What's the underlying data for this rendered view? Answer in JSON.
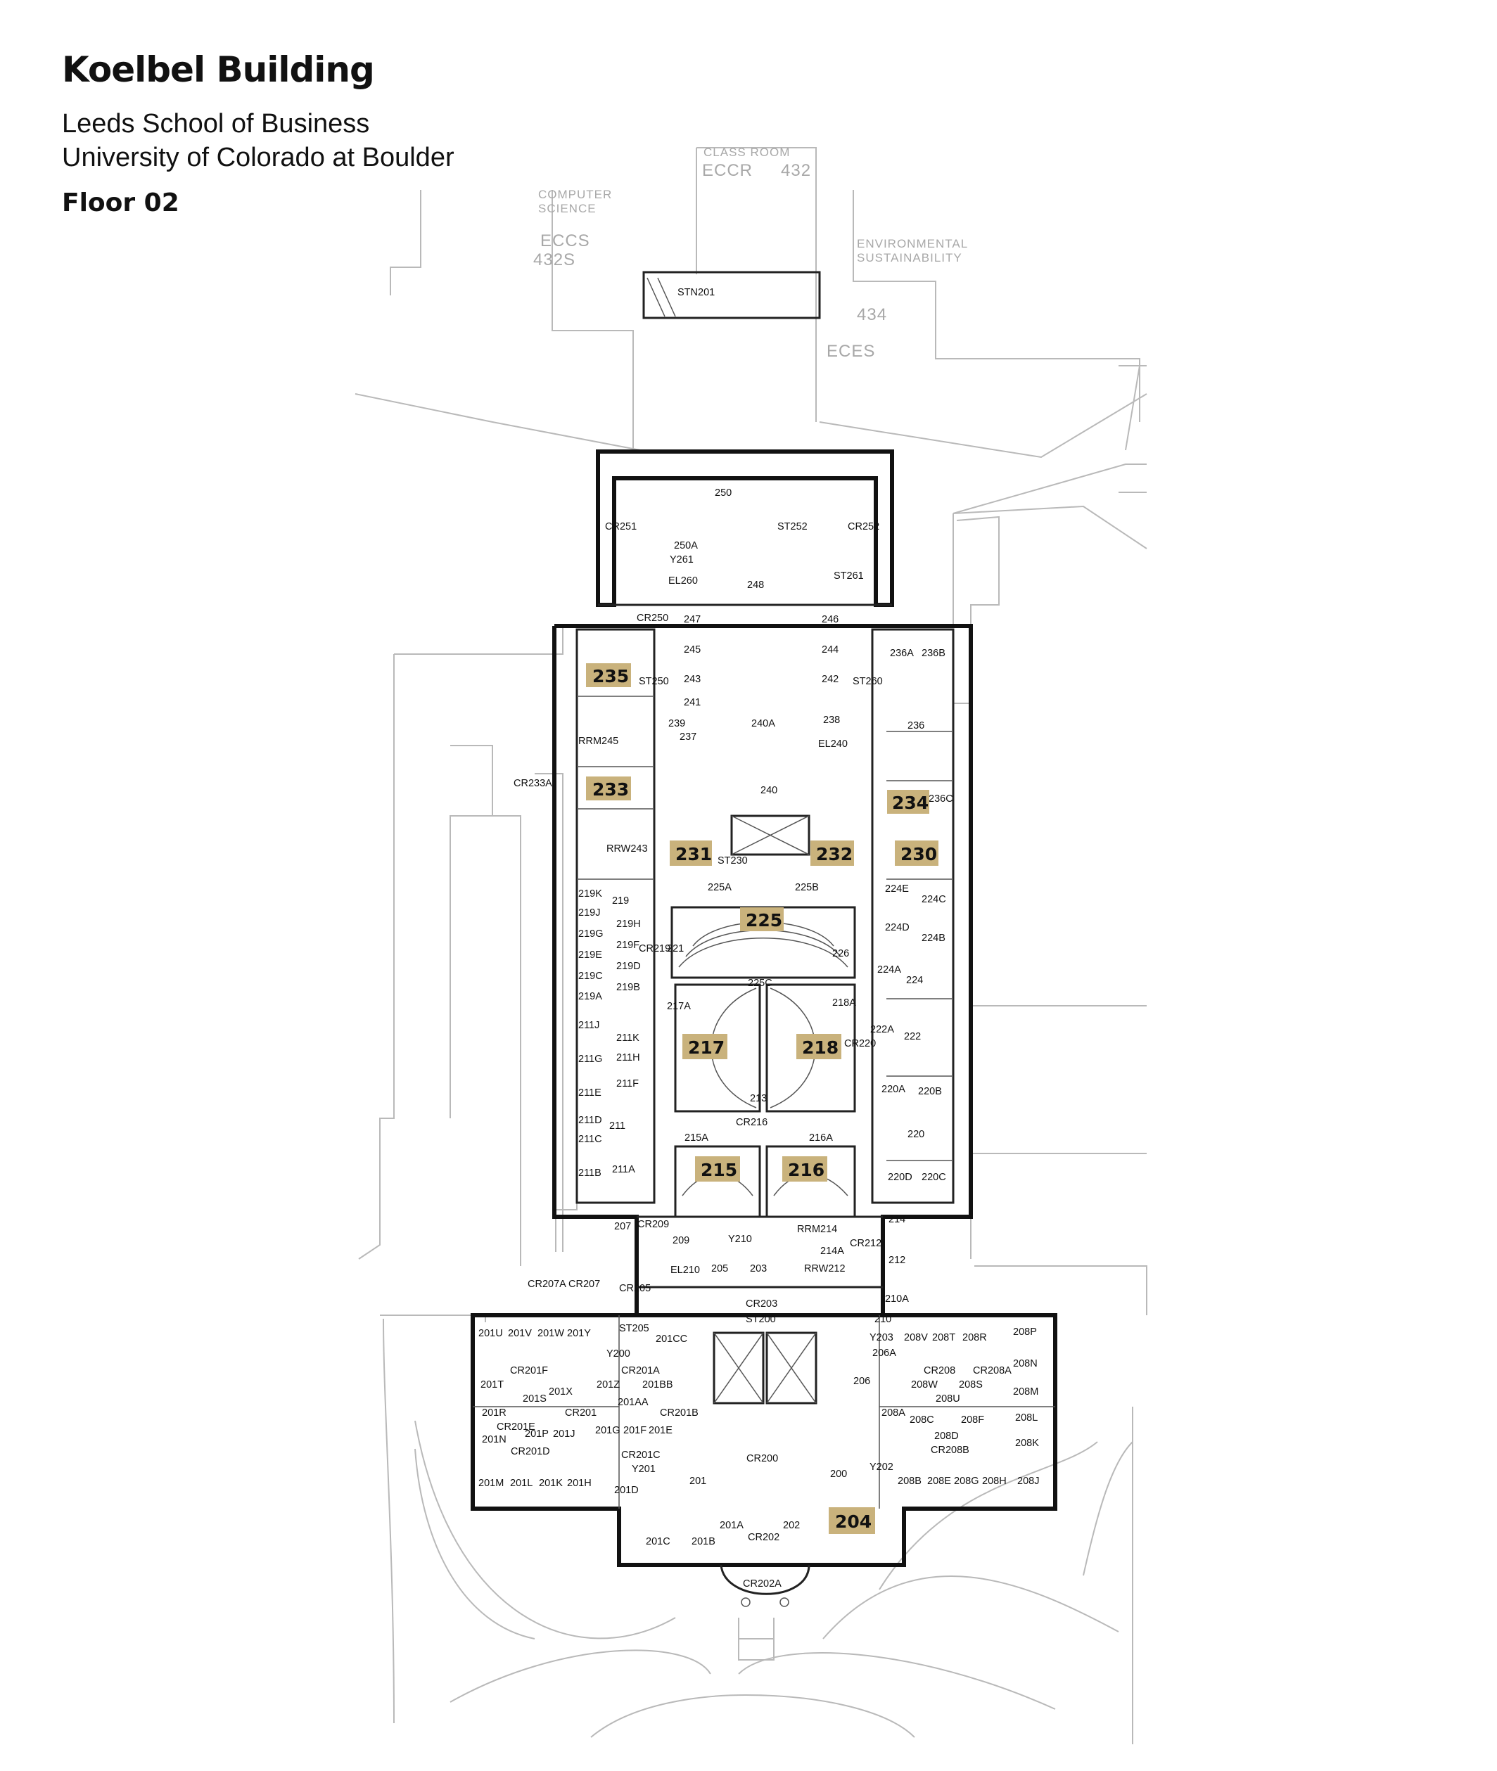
{
  "header": {
    "title": "Koelbel Building",
    "subtitle_line1": "Leeds School of Business",
    "subtitle_line2": "University of Colorado at Boulder",
    "floor_label": "Floor 02"
  },
  "context_labels": {
    "class_room": "CLASS ROOM",
    "eccr": "ECCR",
    "eccr_num": "432",
    "computer": "COMPUTER",
    "science": "SCIENCE",
    "eccs": "ECCS",
    "eccs_num": "432S",
    "environmental": "ENVIRONMENTAL",
    "sustainability": "SUSTAINABILITY",
    "eces_num": "434",
    "eces": "ECES"
  },
  "highlight_color": "#c9b27c",
  "highlighted_rooms": [
    "235",
    "233",
    "234",
    "231",
    "232",
    "230",
    "225",
    "217",
    "218",
    "215",
    "216",
    "204"
  ],
  "rooms": [
    "STN201",
    "250",
    "CR251",
    "CR252",
    "ST252",
    "250A",
    "Y261",
    "EL260",
    "248",
    "ST261",
    "CR250",
    "247",
    "246",
    "245",
    "244",
    "243",
    "242",
    "ST250",
    "ST260",
    "241",
    "236A",
    "236B",
    "239",
    "240A",
    "238",
    "237",
    "EL240",
    "236",
    "RRM245",
    "CR233A",
    "240",
    "236C",
    "RRW243",
    "ST230",
    "225A",
    "225B",
    "219K",
    "219",
    "219J",
    "219H",
    "219G",
    "219F",
    "CR219",
    "221",
    "219E",
    "219D",
    "219C",
    "219B",
    "219A",
    "226",
    "225C",
    "224E",
    "224C",
    "224D",
    "224B",
    "224A",
    "224",
    "217A",
    "218A",
    "211J",
    "211K",
    "211H",
    "211G",
    "211F",
    "211E",
    "CR220",
    "222A",
    "222",
    "213",
    "220A",
    "220B",
    "211D",
    "211",
    "CR216",
    "215A",
    "216A",
    "220",
    "211C",
    "211A",
    "211B",
    "220D",
    "220C",
    "207",
    "CR209",
    "RRM214",
    "214",
    "209",
    "Y210",
    "214A",
    "CR212",
    "212",
    "EL210",
    "205",
    "203",
    "RRW212",
    "CR207A",
    "CR207",
    "CR205",
    "210A",
    "CR203",
    "ST200",
    "210",
    "201U",
    "201V",
    "201W",
    "201Y",
    "ST205",
    "201CC",
    "Y203",
    "208V",
    "208T",
    "208R",
    "208P",
    "Y200",
    "206A",
    "CR201F",
    "CR201A",
    "CR208",
    "CR208A",
    "208N",
    "201T",
    "201X",
    "201Z",
    "201BB",
    "208W",
    "208S",
    "208M",
    "201S",
    "201AA",
    "206",
    "208U",
    "CR201",
    "CR201B",
    "208A",
    "208C",
    "208F",
    "208L",
    "201R",
    "CR201E",
    "201G",
    "201F",
    "201E",
    "201P",
    "201J",
    "201N",
    "208D",
    "208K",
    "CR201D",
    "CR201C",
    "CR200",
    "CR208B",
    "Y201",
    "Y202",
    "201M",
    "201L",
    "201K",
    "201H",
    "201",
    "200",
    "208B",
    "208E",
    "208G",
    "208H",
    "208J",
    "201D",
    "201A",
    "202",
    "CR202",
    "201C",
    "201B",
    "CR202A"
  ]
}
